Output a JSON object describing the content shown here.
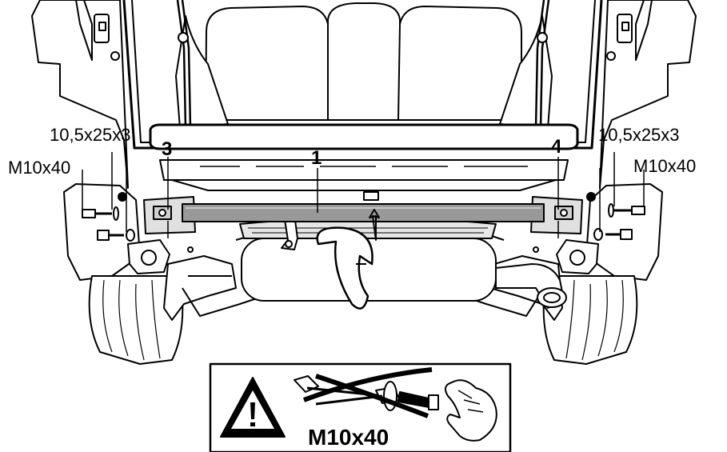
{
  "labels": {
    "washer_left": "10,5x25x3",
    "bolt_left": "M10x40",
    "washer_right": "10,5x25x3",
    "bolt_right": "M10x40",
    "part_1": "1",
    "part_3": "3",
    "part_4": "4"
  },
  "warning": {
    "bolt_spec": "M10x40"
  },
  "icons": {
    "warning": "warning-triangle-icon",
    "power_tool": "impact-wrench-icon",
    "hand_tool": "screwdriver-icon",
    "hand": "hand-icon",
    "rotation": "rotate-arrow-icon"
  },
  "colors": {
    "line": "#000000",
    "beam": "#999999",
    "body": "#ffffff"
  }
}
